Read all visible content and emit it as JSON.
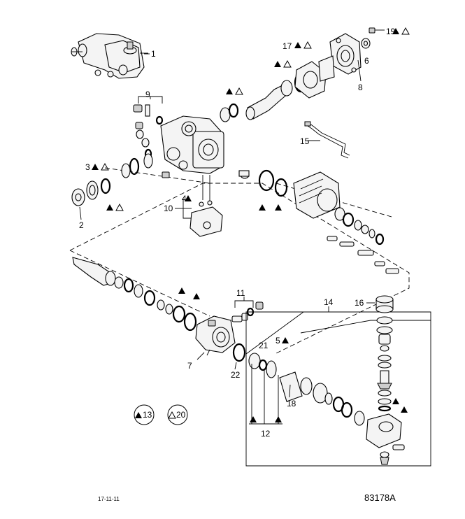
{
  "callouts": {
    "p1": "1",
    "p2": "2",
    "p3": "3",
    "p4": "4",
    "p5": "5",
    "p6": "6",
    "p7": "7",
    "p8": "8",
    "p9": "9",
    "p10": "10",
    "p11": "11",
    "p12": "12",
    "p14": "14",
    "p15": "15",
    "p16": "16",
    "p17": "17",
    "p18": "18",
    "p19": "19",
    "p21": "21",
    "p22": "22"
  },
  "legend": {
    "filled": "13",
    "outline": "20"
  },
  "footer": {
    "date": "17-11-11",
    "figure_code": "83178A"
  },
  "symbols": {
    "filled_triangle": "filled-triangle-icon",
    "outline_triangle": "outline-triangle-icon"
  }
}
